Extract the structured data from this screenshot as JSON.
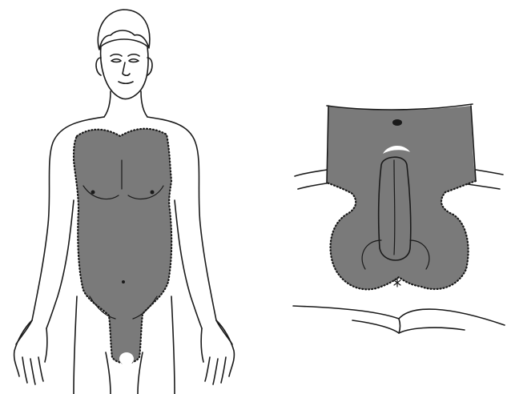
{
  "figure": {
    "panels": [
      {
        "id": "front-view",
        "subject": "male-figure-front"
      },
      {
        "id": "perineal-view",
        "subject": "perineum-close-up"
      }
    ],
    "colors": {
      "shade": "#7a7a7a",
      "line": "#1a1a1a",
      "background": "#ffffff",
      "highlight": "#ffffff"
    }
  }
}
